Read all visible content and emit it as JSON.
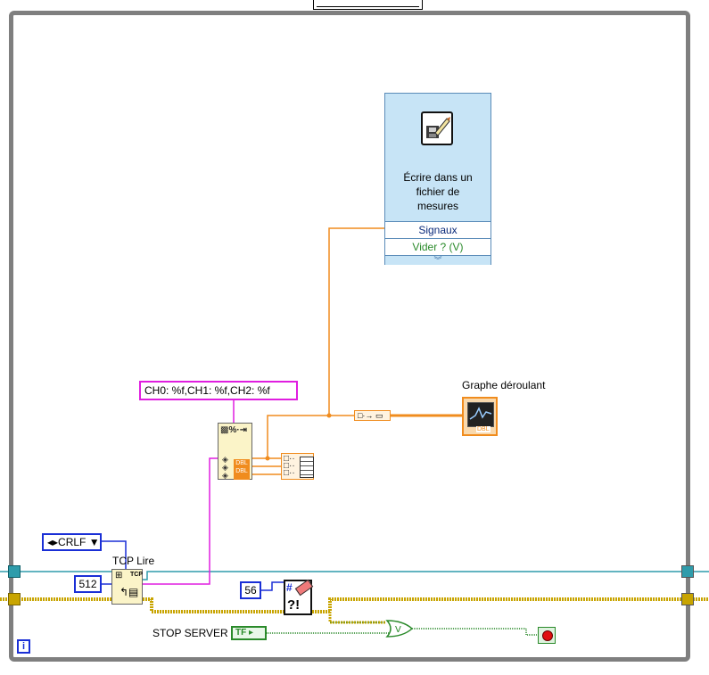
{
  "express_vi": {
    "title_lines": [
      "Écrire dans un",
      "fichier de",
      "mesures"
    ],
    "terminals": [
      "Signaux",
      "Vider ? (V)"
    ],
    "colors": {
      "body": "#c7e4f6",
      "terminal_signaux": "#0a2a7a",
      "terminal_vider": "#2a8a2a"
    }
  },
  "format_constant": "CH0: %f,CH1: %f,CH2: %f",
  "graph_label": "Graphe déroulant",
  "crlf_label": "CRLF",
  "tcp_read_label": "TCP Lire",
  "constant_512": "512",
  "constant_56": "56",
  "tcp_icon_text": "TCP",
  "dbl_text": "DBL",
  "stop_label": "STOP SERVER",
  "stop_bool_text": "TF",
  "loop_iteration": "i",
  "colors": {
    "loop_border": "#7f7f7f",
    "error_wire": "#c8a400",
    "refnum_wire": "#2f9cab",
    "signal_wire": "#f08c1e",
    "string_wire": "#e01ee0",
    "int_wire": "#1a2fd6",
    "bool_wire": "#2a8a2a"
  }
}
